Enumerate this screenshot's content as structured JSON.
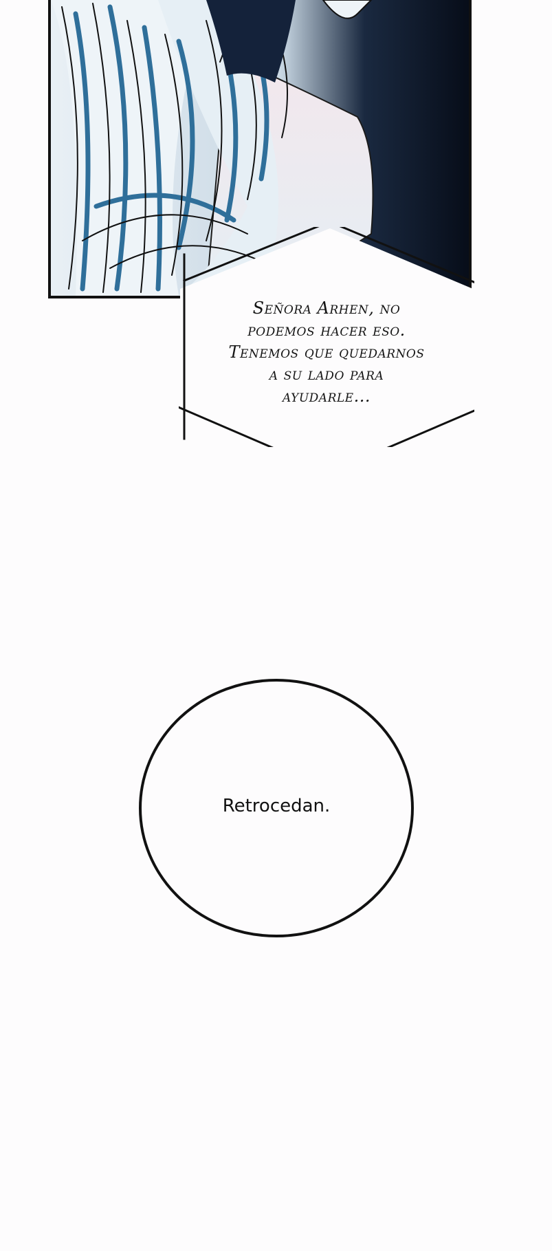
{
  "panel": {
    "art": "illustration-hair-shoulder"
  },
  "caption": {
    "lines": [
      "Señora Arhen, no",
      "podemos hacer eso.",
      "Tenemos que quedarnos",
      "a su lado para",
      "ayudarle..."
    ]
  },
  "speech": {
    "text": "Retrocedan."
  },
  "colors": {
    "background": "#fdfcfd",
    "panel_dark": "#0b1424",
    "hair_light": "#eef4f8",
    "hair_blue": "#2f6f9a",
    "line": "#111111"
  }
}
